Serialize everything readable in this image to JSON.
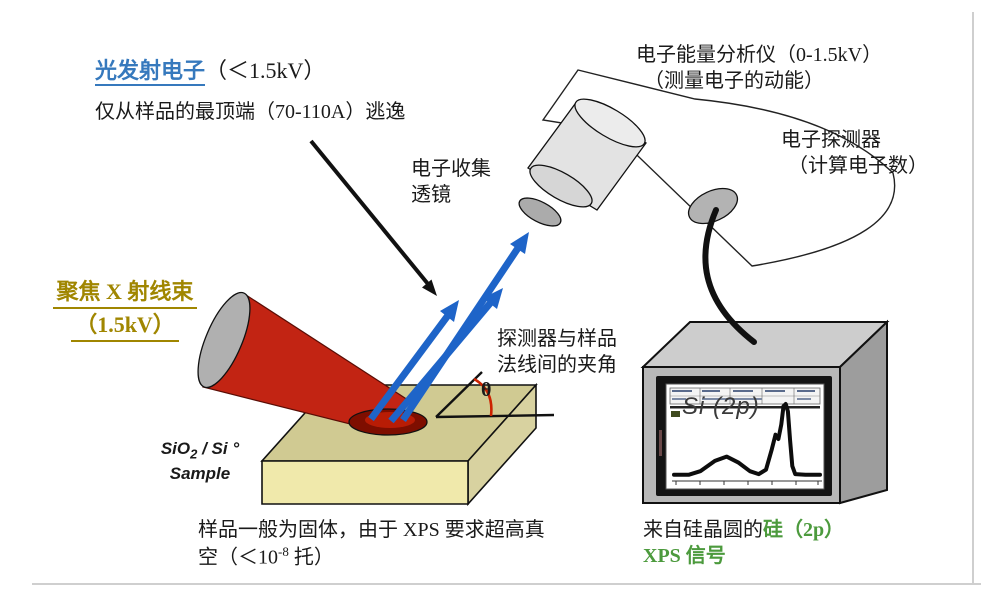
{
  "colors": {
    "photoelectron_blue": "#3679bd",
    "xray_gold": "#a08600",
    "signal_green": "#4c9a3d",
    "electron_arrow_blue": "#1e64c8",
    "xray_cone_red": "#c22413",
    "beam_spot_dark_red": "#7e0e00",
    "sample_top": "#d0ca92",
    "sample_front": "#f0e9ab",
    "monitor_gray": "#b8b8b8",
    "theta_arc_red": "#cc2200"
  },
  "labels": {
    "photoelectrons": {
      "title": "光发射电子",
      "suffix": "（＜1.5kV）",
      "note": "仅从样品的最顶端（70-110A）逃逸"
    },
    "analyzer": {
      "line1": "电子能量分析仪（0-1.5kV）",
      "line2": "（测量电子的动能）"
    },
    "detector": {
      "line1": "电子探测器",
      "line2": "（计算电子数）"
    },
    "lens": {
      "line1": "电子收集",
      "line2": "透镜"
    },
    "xray": {
      "line1": "聚焦 X 射线束",
      "line2": "（1.5kV）"
    },
    "angle": {
      "line1": "探测器与样品",
      "line2": "法线间的夹角",
      "symbol": "θ"
    },
    "sample": {
      "formula_pre": "SiO",
      "formula_sub": "2",
      "formula_post": " / Si °",
      "line2": "Sample"
    },
    "vacuum": {
      "line1": "样品一般为固体，由于 XPS 要求超高真",
      "line2_pre": "空（＜10",
      "line2_sup": "-8",
      "line2_post": " 托）"
    },
    "signal": {
      "line1_black": "来自硅晶圆的",
      "line1_green": "硅（2p）",
      "line2_green": "XPS 信号"
    },
    "screen_title": "Si (2p)"
  },
  "chart_data": {
    "type": "line",
    "title": "Si (2p)",
    "xlabel": "",
    "ylabel": "",
    "legend_position": "none",
    "grid": false,
    "x_range_normalized": [
      0,
      1
    ],
    "y_range_normalized": [
      0,
      1
    ],
    "points": [
      [
        0.0,
        0.03
      ],
      [
        0.1,
        0.03
      ],
      [
        0.18,
        0.08
      ],
      [
        0.28,
        0.22
      ],
      [
        0.36,
        0.28
      ],
      [
        0.44,
        0.2
      ],
      [
        0.52,
        0.08
      ],
      [
        0.58,
        0.04
      ],
      [
        0.63,
        0.1
      ],
      [
        0.67,
        0.38
      ],
      [
        0.695,
        0.58
      ],
      [
        0.715,
        0.52
      ],
      [
        0.735,
        0.72
      ],
      [
        0.75,
        0.97
      ],
      [
        0.765,
        1.0
      ],
      [
        0.78,
        0.9
      ],
      [
        0.795,
        0.5
      ],
      [
        0.81,
        0.15
      ],
      [
        0.83,
        0.04
      ],
      [
        0.9,
        0.03
      ],
      [
        1.0,
        0.03
      ]
    ],
    "note": "XPS Si 2p spectrum shown on the instrument monitor; axes unlabeled in pixels"
  }
}
